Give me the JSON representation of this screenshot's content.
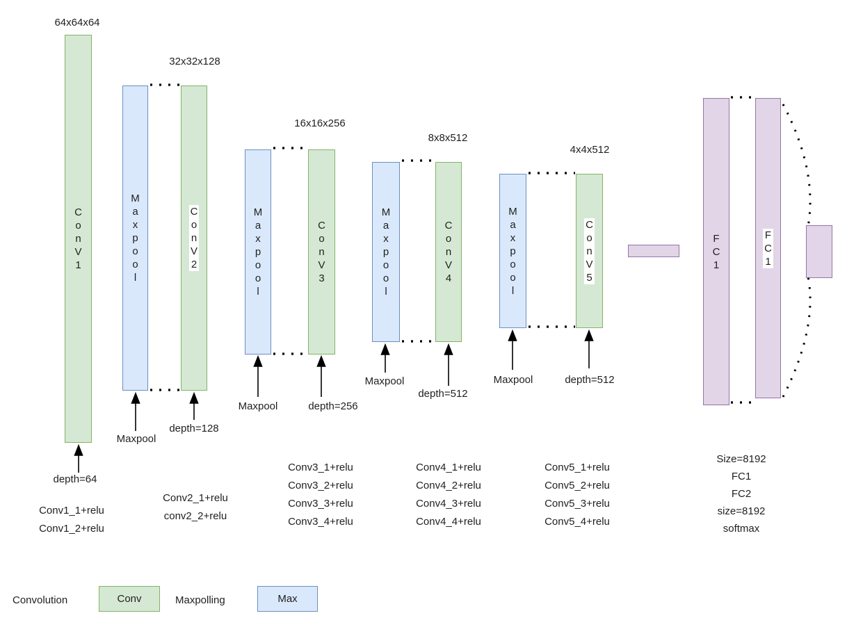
{
  "colors": {
    "conv-fill": "#d5e8d4",
    "conv-stroke": "#82b366",
    "max-fill": "#dae8fc",
    "max-stroke": "#6c8ebf",
    "fc-fill": "#e1d5e7",
    "fc-stroke": "#9673a6",
    "text": "#1f1f1f",
    "connector": "#000000"
  },
  "stages": [
    {
      "dim": "64x64x64",
      "conv": "ConV1",
      "depth": "depth=64",
      "ops": [
        "Conv1_1+relu",
        "Conv1_2+relu"
      ]
    },
    {
      "dim": "32x32x128",
      "max": "Maxpool",
      "conv": "ConV2",
      "maxpool_label": "Maxpool",
      "depth": "depth=128",
      "ops": [
        "Conv2_1+relu",
        "conv2_2+relu"
      ]
    },
    {
      "dim": "16x16x256",
      "max": "Maxpool",
      "conv": "ConV3",
      "maxpool_label": "Maxpool",
      "depth": "depth=256",
      "ops": [
        "Conv3_1+relu",
        "Conv3_2+relu",
        "Conv3_3+relu",
        "Conv3_4+relu"
      ]
    },
    {
      "dim": "8x8x512",
      "max": "Maxpool",
      "conv": "ConV4",
      "maxpool_label": "Maxpool",
      "depth": "depth=512",
      "ops": [
        "Conv4_1+relu",
        "Conv4_2+relu",
        "Conv4_3+relu",
        "Conv4_4+relu"
      ]
    },
    {
      "dim": "4x4x512",
      "max": "Maxpool",
      "conv": "ConV5",
      "maxpool_label": "Maxpool",
      "depth": "depth=512",
      "ops": [
        "Conv5_1+relu",
        "Conv5_2+relu",
        "Conv5_3+relu",
        "Conv5_4+relu"
      ]
    }
  ],
  "fc": {
    "bar1": "FC1",
    "bar2": "FC1",
    "notes": [
      "Size=8192",
      "FC1",
      "FC2",
      "size=8192",
      "softmax"
    ]
  },
  "legend": {
    "conv_label": "Convolution",
    "conv_box": "Conv",
    "max_label": "Maxpolling",
    "max_box": "Max"
  }
}
